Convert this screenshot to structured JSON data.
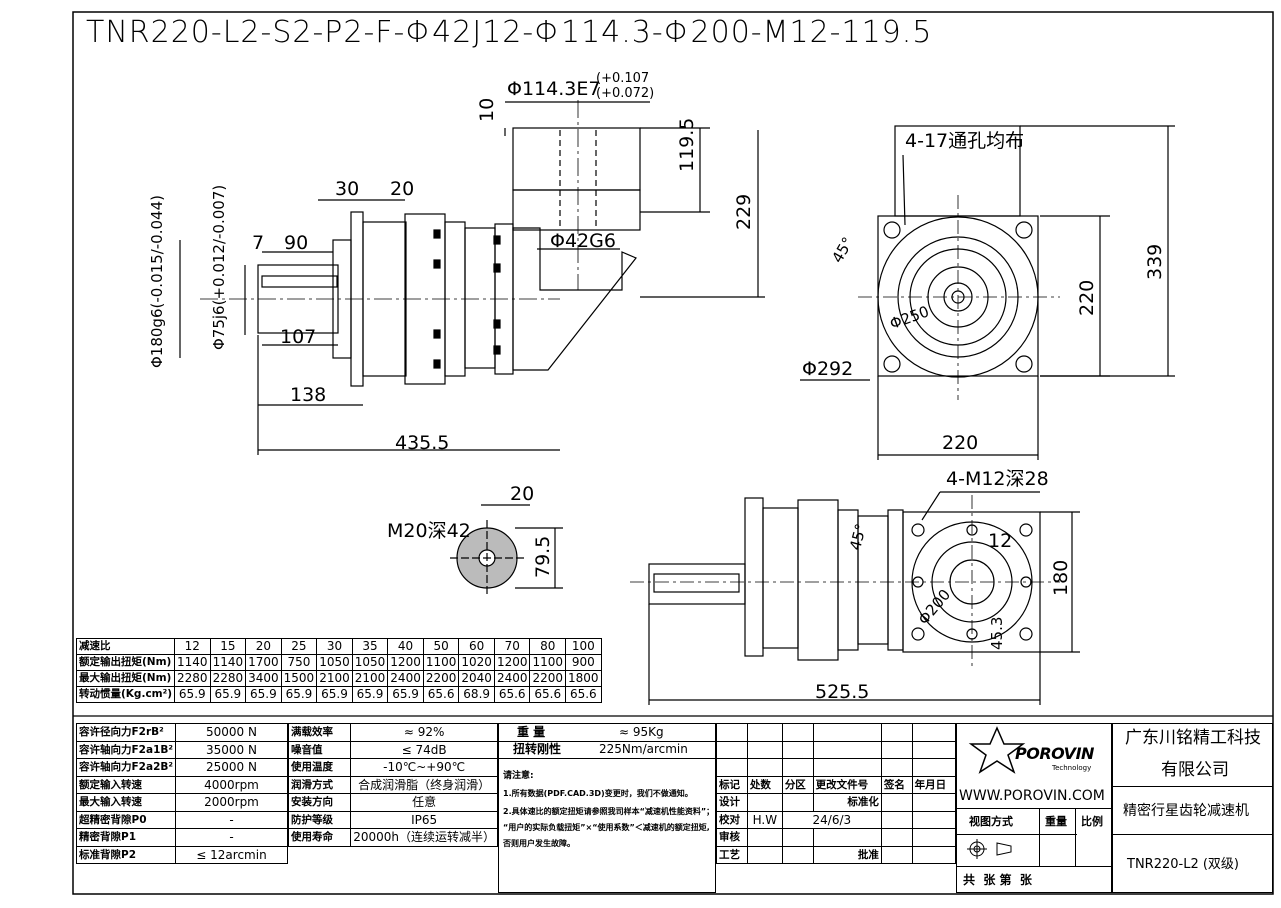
{
  "title": "TNR220-L2-S2-P2-F-Φ42J12-Φ114.3-Φ200-M12-119.5",
  "dims": {
    "bore_fit": "Φ114.3E7",
    "bore_tol_upper": "(+0.107",
    "bore_tol_lower": "(+0.072)",
    "d10": "10",
    "d119_5": "119.5",
    "d229": "229",
    "d30": "30",
    "d20a": "20",
    "d7": "7",
    "d90": "90",
    "shaft_phi180": "Φ180g6(-0.015/-0.044)",
    "shaft_phi75": "Φ75j6(+0.012/-0.007)",
    "phi42": "Φ42G6",
    "d107": "107",
    "d138": "138",
    "d435_5": "435.5",
    "holes_top": "4-17通孔均布",
    "ang45": "45°",
    "phi250": "Φ250",
    "phi292": "Φ292",
    "d220_v": "220",
    "d339": "339",
    "d220_h": "220",
    "d20b": "20",
    "m20": "M20深42",
    "d79_5": "79.5",
    "m12": "4-M12深28",
    "d12": "12",
    "ang45b": "45°",
    "phi200": "Φ200",
    "d45_3": "45.3",
    "d180": "180",
    "d525_5": "525.5"
  },
  "ratio_table": {
    "rows": [
      {
        "label": "减速比",
        "cells": [
          "12",
          "15",
          "20",
          "25",
          "30",
          "35",
          "40",
          "50",
          "60",
          "70",
          "80",
          "100"
        ]
      },
      {
        "label": "额定输出扭矩(Nm)",
        "cells": [
          "1140",
          "1140",
          "1700",
          "750",
          "1050",
          "1050",
          "1200",
          "1100",
          "1020",
          "1200",
          "1100",
          "900"
        ]
      },
      {
        "label": "最大输出扭矩(Nm)",
        "cells": [
          "2280",
          "2280",
          "3400",
          "1500",
          "2100",
          "2100",
          "2400",
          "2200",
          "2040",
          "2400",
          "2200",
          "1800"
        ]
      },
      {
        "label": "转动惯量(Kg.cm²)",
        "cells": [
          "65.9",
          "65.9",
          "65.9",
          "65.9",
          "65.9",
          "65.9",
          "65.9",
          "65.6",
          "68.9",
          "65.6",
          "65.6",
          "65.6"
        ]
      }
    ]
  },
  "spec_left": [
    {
      "label": "容许径向力F2rB²",
      "value": "50000 N"
    },
    {
      "label": "容许轴向力F2a1B²",
      "value": "35000 N"
    },
    {
      "label": "容许轴向力F2a2B²",
      "value": "25000 N"
    },
    {
      "label": "额定输入转速",
      "value": "4000rpm"
    },
    {
      "label": "最大输入转速",
      "value": "2000rpm"
    },
    {
      "label": "超精密背隙P0",
      "value": "-"
    },
    {
      "label": "精密背隙P1",
      "value": "-"
    },
    {
      "label": "标准背隙P2",
      "value": "≤ 12arcmin"
    }
  ],
  "spec_mid": [
    {
      "label": "满载效率",
      "value": "≈ 92%"
    },
    {
      "label": "噪音值",
      "value": "≤ 74dB"
    },
    {
      "label": "使用温度",
      "value": "-10℃~+90℃"
    },
    {
      "label": "润滑方式",
      "value": "合成润滑脂（终身润滑）"
    },
    {
      "label": "安装方向",
      "value": "任意"
    },
    {
      "label": "防护等级",
      "value": "IP65"
    },
    {
      "label": "使用寿命",
      "value": "20000h（连续运转减半）"
    }
  ],
  "weight_label": "重 量",
  "weight_value": "≈ 95Kg",
  "stiffness_label": "扭转刚性",
  "stiffness_value": "225Nm/arcmin",
  "notes_title": "请注意:",
  "notes": [
    "1.所有数据(PDF.CAD.3D)变更时，我们不做通知。",
    "2.具体速比的额定扭矩请参照我司样本“减速机性能资料”；",
    "“用户的实际负载扭矩”×“使用系数”＜减速机的额定扭矩,",
    "否则用户发生故障。"
  ],
  "title_block": {
    "cols": [
      "标记",
      "处数",
      "分区",
      "更改文件号",
      "签名",
      "年月日"
    ],
    "design": "设计",
    "standard": "标准化",
    "check": "校对",
    "checker": "H.W",
    "date": "24/6/3",
    "review": "审核",
    "process": "工艺",
    "approve": "批准",
    "logo_text": "POROVIN",
    "logo_sub": "Technology",
    "website": "WWW.POROVIN.COM",
    "view_method": "视图方式",
    "weight": "重量",
    "scale": "比例",
    "sheet": "共  张 第  张",
    "company_line1": "广东川铭精工科技",
    "company_line2": "有限公司",
    "product_name": "精密行星齿轮减速机",
    "model": "TNR220-L2 (双级)"
  }
}
